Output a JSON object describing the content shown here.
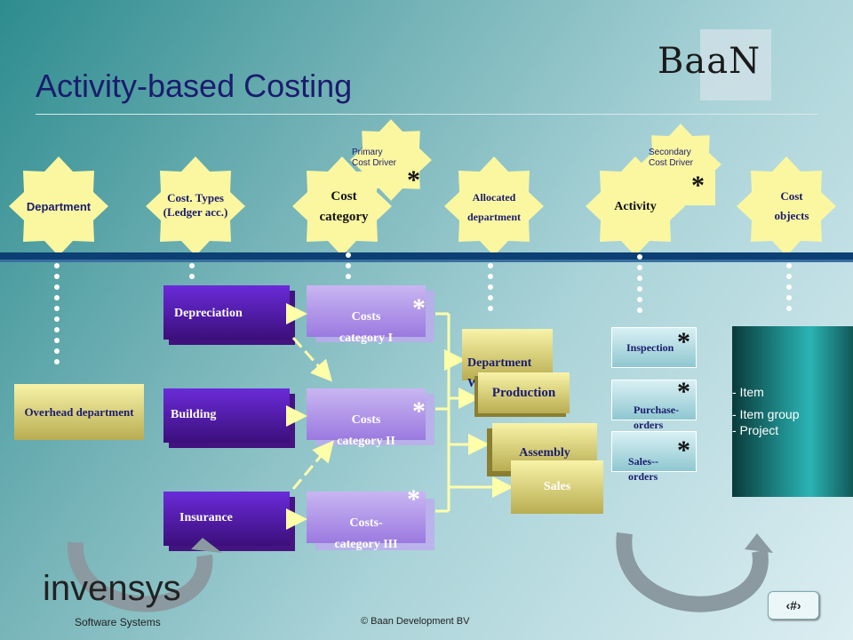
{
  "title": "Activity-based Costing",
  "logo_text": "BaaN",
  "top_nodes": [
    {
      "label": "Department"
    },
    {
      "label": "Cost. Types\n(Ledger acc.)"
    },
    {
      "label": "Cost\ncategory"
    },
    {
      "label": "Allocated\ndepartment"
    },
    {
      "label": "Activity"
    },
    {
      "label": "Cost\nobjects"
    }
  ],
  "drivers": {
    "primary": "Primary\nCost Driver",
    "secondary": "Secondary\nCost Driver",
    "asterisk": "*"
  },
  "overhead": "Overhead department",
  "cost_types": [
    "Depreciation",
    "Building",
    "Insurance"
  ],
  "cost_categories": [
    "Costs\ncategory I",
    "Costs\ncategory II",
    "Costs-\ncategory III"
  ],
  "departments": [
    "Department\nWarehouse",
    "Production",
    "Assembly",
    "Sales"
  ],
  "activities": [
    "Inspection",
    "Purchase-\norders",
    "Sales--\norders"
  ],
  "cost_objects": [
    "- Item",
    "- Item group",
    "- Project"
  ],
  "footer": "© Baan Development BV",
  "page_number": "‹#›",
  "company_logo": "invensys",
  "company_sub": "Software Systems",
  "colors": {
    "title": "#1b1c6e",
    "band": "#0c3f73",
    "star": "#fbf7a0",
    "purple": "#4a1a9a",
    "lavender": "#b9a1ee",
    "olive": "#d9cf6e"
  }
}
